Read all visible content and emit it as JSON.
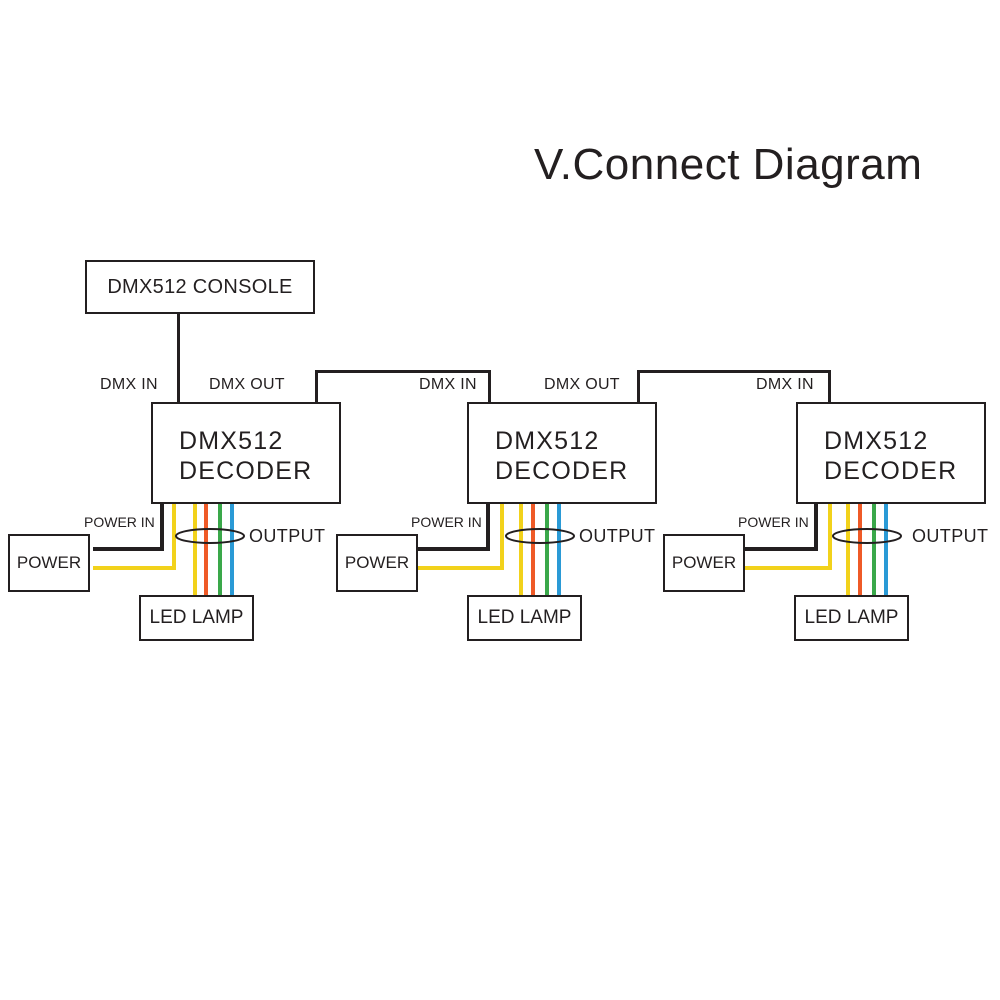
{
  "title": "V.Connect Diagram",
  "console": {
    "label": "DMX512 CONSOLE"
  },
  "labels": {
    "dmx_in": "DMX IN",
    "dmx_out": "DMX OUT",
    "power_in": "POWER IN",
    "output": "OUTPUT",
    "output_cut": "OUTPUT"
  },
  "decoder": {
    "line1": "DMX512",
    "line2": "DECODER"
  },
  "power": {
    "label": "POWER"
  },
  "lamp": {
    "label": "LED LAMP"
  },
  "wire_colors": {
    "signal": "#231f20",
    "yellow": "#f2d21b",
    "red": "#ef5a27",
    "green": "#3aa84a",
    "blue": "#2a9ad6"
  }
}
